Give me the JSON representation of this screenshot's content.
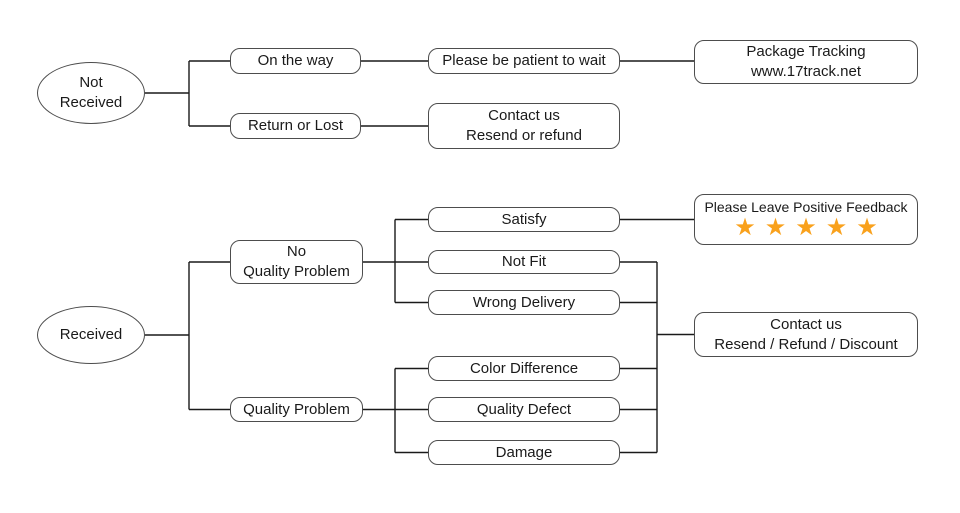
{
  "colors": {
    "star": "#F9A11C",
    "box_border": "#4d4d4d",
    "line": "#1a1a1a",
    "text": "#1a1a1a"
  },
  "nodes": {
    "not_received": "Not\nReceived",
    "on_the_way": "On the way",
    "please_be_patient": "Please be patient to wait",
    "package_tracking": "Package Tracking\nwww.17track.net",
    "return_or_lost": "Return or Lost",
    "contact_us_not_received": "Contact us\nResend or refund",
    "received": "Received",
    "no_quality_problem": "No\nQuality Problem",
    "quality_problem": "Quality Problem",
    "satisfy": "Satisfy",
    "not_fit": "Not Fit",
    "wrong_delivery": "Wrong Delivery",
    "color_difference": "Color Difference",
    "quality_defect": "Quality Defect",
    "damage": "Damage",
    "feedback_title": "Please Leave Positive Feedback",
    "feedback_stars": "★★★★★",
    "contact_us_received": "Contact us\nResend / Refund / Discount"
  }
}
